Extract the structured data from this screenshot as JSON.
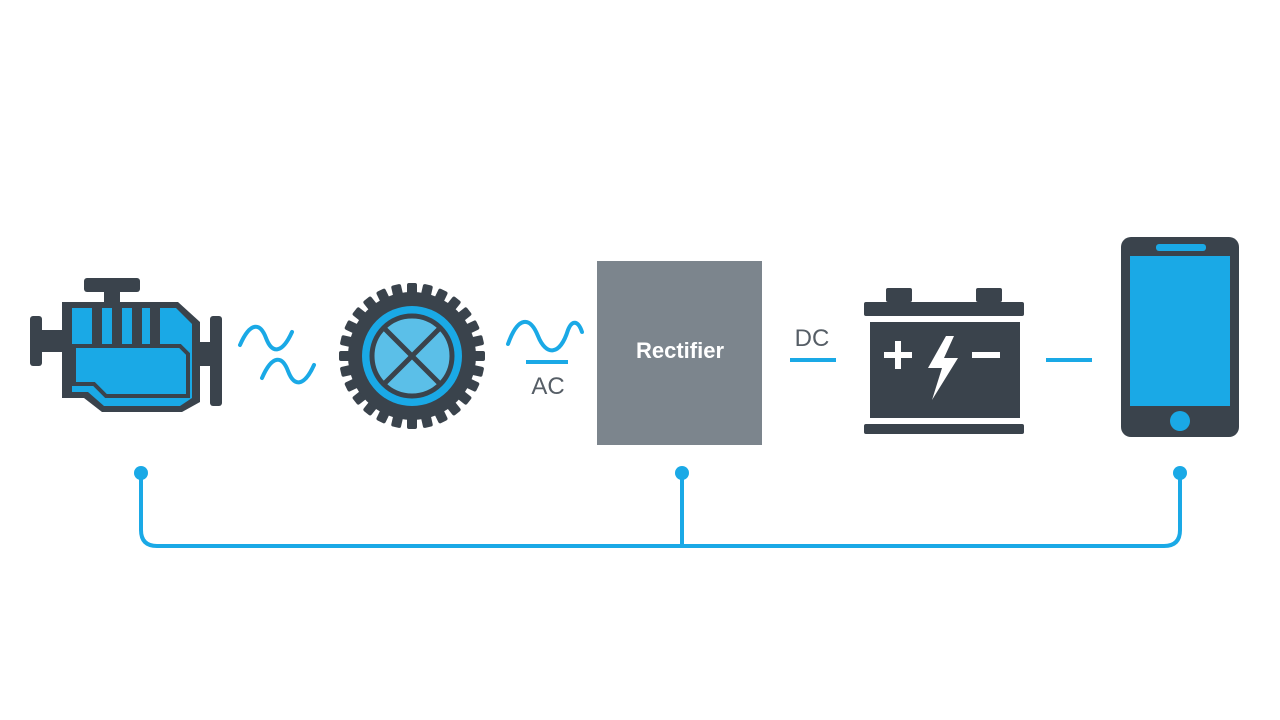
{
  "colors": {
    "accent": "#1aa9e6",
    "dark": "#3a434c",
    "box": "#7c858d",
    "label": "#565e66",
    "white": "#ffffff"
  },
  "nodes": [
    {
      "id": "engine",
      "icon": "engine-icon"
    },
    {
      "id": "alternator",
      "icon": "alternator-gear-icon"
    },
    {
      "id": "rectifier",
      "label": "Rectifier"
    },
    {
      "id": "battery",
      "icon": "battery-icon"
    },
    {
      "id": "device",
      "icon": "smartphone-icon"
    }
  ],
  "connectors": {
    "ac_label": "AC",
    "dc_label": "DC"
  }
}
